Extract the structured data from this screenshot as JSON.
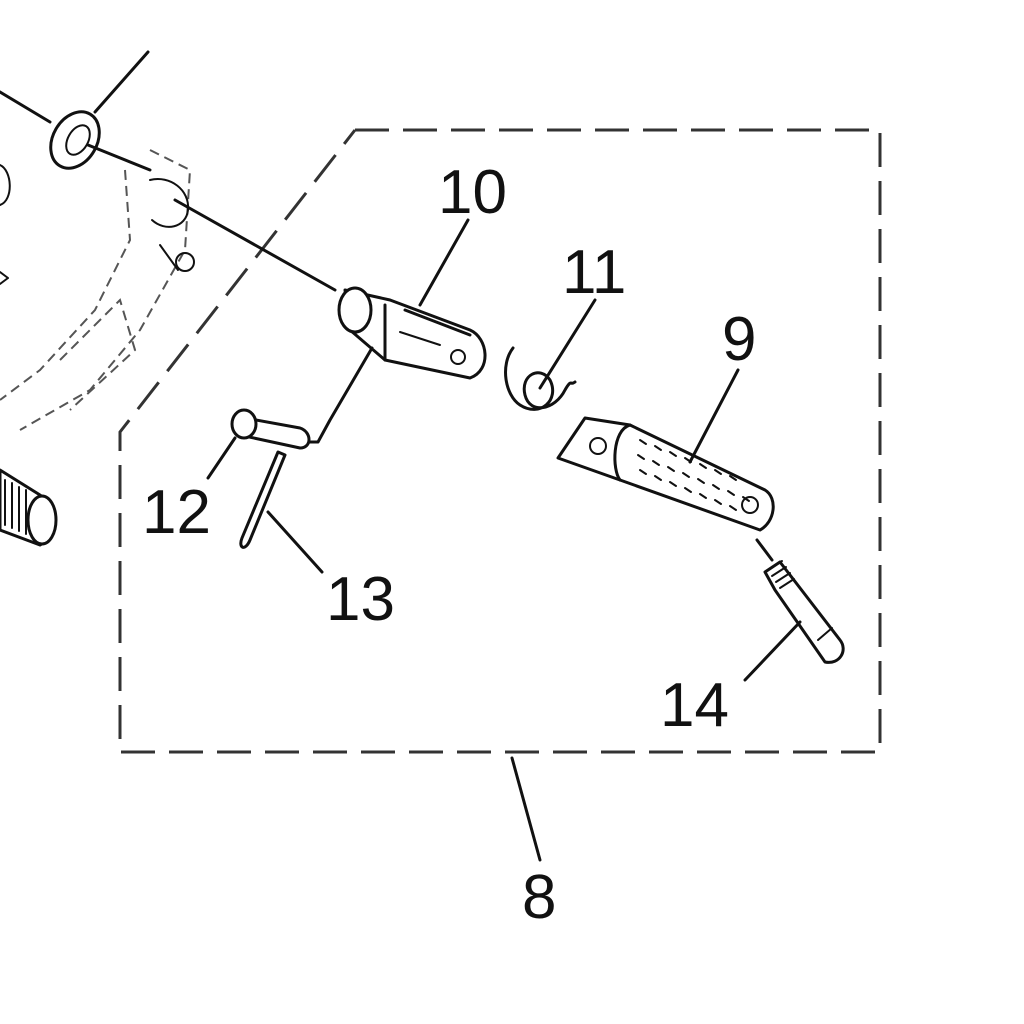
{
  "diagram": {
    "callouts": [
      {
        "id": "8",
        "label": "8"
      },
      {
        "id": "9",
        "label": "9"
      },
      {
        "id": "10",
        "label": "10"
      },
      {
        "id": "11",
        "label": "11"
      },
      {
        "id": "12",
        "label": "12"
      },
      {
        "id": "13",
        "label": "13"
      },
      {
        "id": "14",
        "label": "14"
      }
    ]
  },
  "colors": {
    "ink": "#111111",
    "background": "#ffffff"
  }
}
